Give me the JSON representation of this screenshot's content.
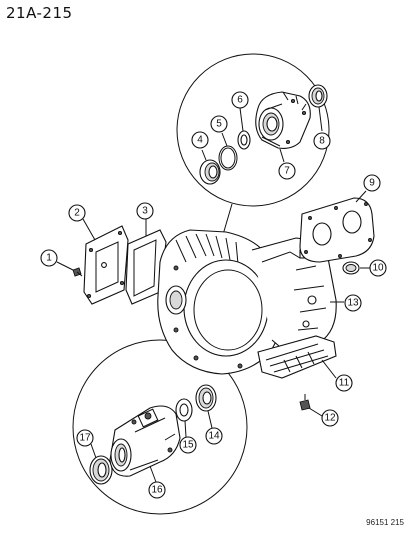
{
  "page_code": "21A-215",
  "drawing_number": "96151 215",
  "callouts": [
    {
      "label": "1"
    },
    {
      "label": "2"
    },
    {
      "label": "3"
    },
    {
      "label": "4"
    },
    {
      "label": "5"
    },
    {
      "label": "6"
    },
    {
      "label": "7"
    },
    {
      "label": "8"
    },
    {
      "label": "9"
    },
    {
      "label": "10"
    },
    {
      "label": "11"
    },
    {
      "label": "12"
    },
    {
      "label": "13"
    },
    {
      "label": "14"
    },
    {
      "label": "15"
    },
    {
      "label": "16"
    },
    {
      "label": "17"
    }
  ]
}
